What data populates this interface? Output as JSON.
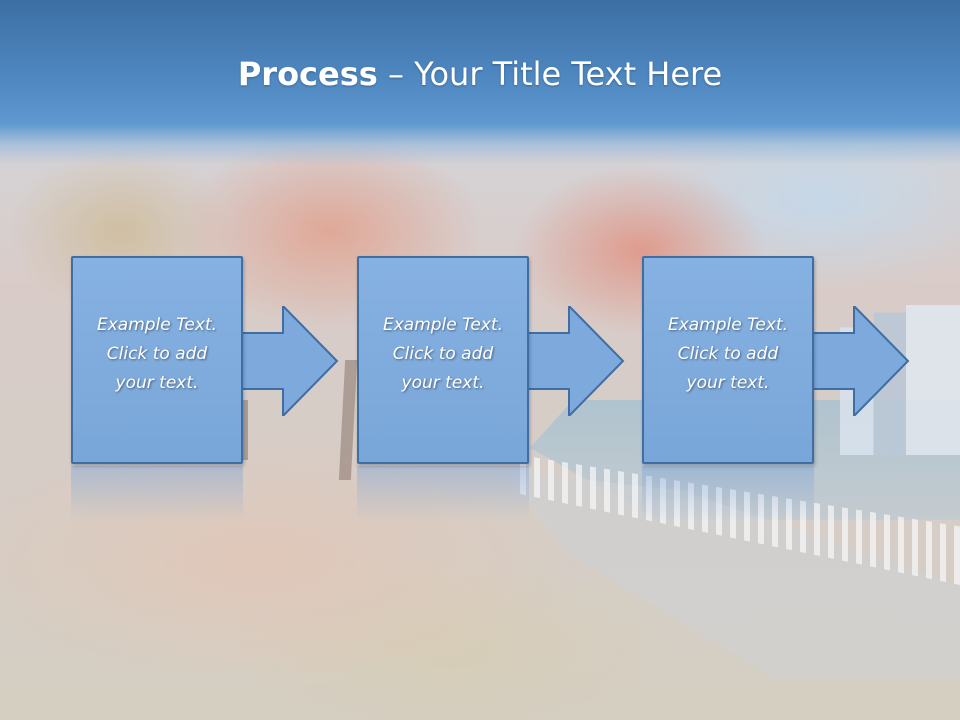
{
  "slide": {
    "title_bold": "Process",
    "title_rest": " – Your Title Text Here"
  },
  "steps": [
    {
      "lines": [
        "Example Text.",
        "Click  to add",
        "your text."
      ]
    },
    {
      "lines": [
        "Example Text.",
        "Click  to add",
        "your text."
      ]
    },
    {
      "lines": [
        "Example Text.",
        "Click  to add",
        "your text."
      ]
    }
  ],
  "colors": {
    "header": "#4e86bf",
    "box_fill": "#7faadc",
    "box_border": "#3f6ea3",
    "text": "#ffffff"
  }
}
